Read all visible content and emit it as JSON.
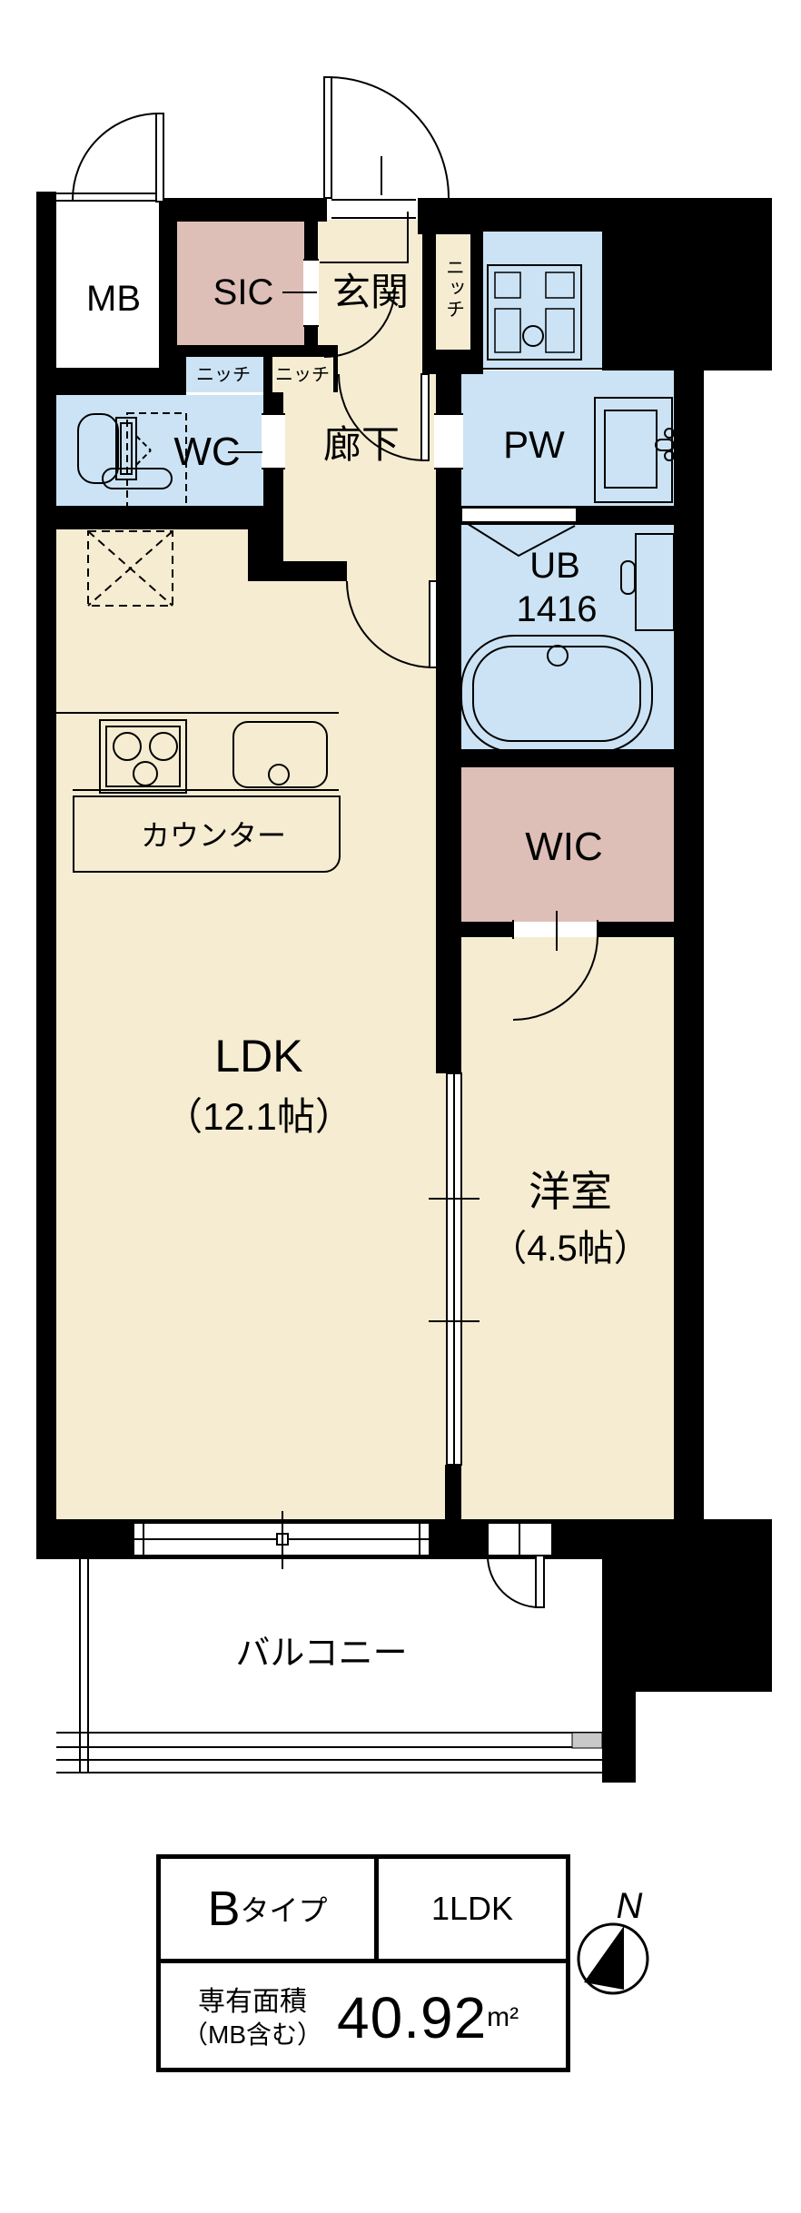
{
  "plan": {
    "rooms": {
      "mb": {
        "label": "MB"
      },
      "sic": {
        "label": "SIC"
      },
      "genkan": {
        "label": "玄関"
      },
      "niche_entry": {
        "label": "ニッチ"
      },
      "niche_wc": {
        "label": "ニッチ"
      },
      "niche_hall": {
        "label": "ニッチ"
      },
      "wc": {
        "label": "WC"
      },
      "hallway": {
        "label": "廊下"
      },
      "pw": {
        "label": "PW"
      },
      "unit_bath": {
        "label_line1": "UB",
        "label_line2": "1416"
      },
      "wic": {
        "label": "WIC"
      },
      "ldk": {
        "label": "LDK",
        "size": "（12.1帖）"
      },
      "bedroom": {
        "label": "洋室",
        "size": "（4.5帖）"
      },
      "counter": {
        "label": "カウンター"
      },
      "balcony": {
        "label": "バルコニー"
      }
    },
    "colors": {
      "room_cream": "#f5ecd1",
      "room_pink": "#ddbfb7",
      "room_blue": "#cbe3f4",
      "wall_black": "#000000",
      "divider_gray": "#c9c9c9"
    }
  },
  "legend": {
    "type_letter": "B",
    "type_suffix": "タイプ",
    "layout": "1LDK",
    "area_label_line1": "専有面積",
    "area_label_line2": "（MB含む）",
    "area_value": "40.92",
    "area_unit": "m²"
  },
  "compass": {
    "north_label": "N"
  }
}
